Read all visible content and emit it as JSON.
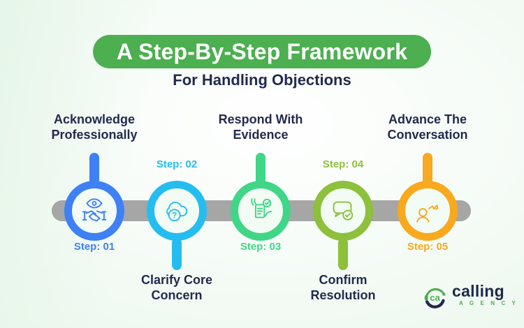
{
  "theme": {
    "text": "#232a4d",
    "background_tint": "#e2f4e6"
  },
  "header": {
    "title": "A Step-By-Step Framework",
    "subtitle": "For Handling Objections",
    "pill_color": "#4caf50"
  },
  "timeline": {
    "bar_color": "#a6a6a6",
    "steps": [
      {
        "label": "Step: 01",
        "title": "Acknowledge\nProfessionally",
        "color": "#3e80f6",
        "icon": "eye-handshake-icon",
        "side": "top"
      },
      {
        "label": "Step: 02",
        "title": "Clarify Core\nConcern",
        "color": "#25bdf0",
        "icon": "question-cloud-icon",
        "side": "bottom"
      },
      {
        "label": "Step: 03",
        "title": "Respond With\nEvidence",
        "color": "#40d688",
        "icon": "evidence-document-icon",
        "side": "top"
      },
      {
        "label": "Step: 04",
        "title": "Confirm\nResolution",
        "color": "#8dc03b",
        "icon": "chat-check-icon",
        "side": "bottom"
      },
      {
        "label": "Step: 05",
        "title": "Advance The\nConversation",
        "color": "#f8a91e",
        "icon": "advance-person-icon",
        "side": "top"
      }
    ]
  },
  "logo": {
    "monogram": "ca",
    "name": "calling",
    "subname": "A G E N C Y",
    "green": "#4caf50",
    "navy": "#20294c"
  }
}
